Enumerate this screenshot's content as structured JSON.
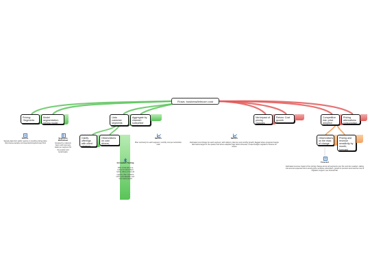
{
  "colors": {
    "green": "#5cc45c",
    "red": "#e35b5b",
    "orange": "#f5a05c",
    "icon_blue": "#1f5fa8"
  },
  "root": {
    "label": "Flows: business/telecom cost"
  },
  "nodes": {
    "g1": "Pricing: &nbsp;Segments",
    "g2": "Model segmentation: pricing model overview",
    "g3": "Lists: customer segments targeted; market bands",
    "g4": "Aggregate by channel: subscriber bands grouped monthly",
    "g5": "Clarify offerings with client strategic assumptions tiers",
    "g6": "Observations on cost drivers, alternatives",
    "r1": "Net impact of pricing changes across segments",
    "r2": "Return: Cost growth summary",
    "r3": "Competitive risk; price adoption model modeling",
    "r4": "Pricing alternatives: consumption model",
    "o1": "Observations on the risks of change",
    "o2": "Pricing and revenue sensitivity by month; forecast adoption; revised budget"
  },
  "icons": {
    "n1": "document-icon",
    "n2": "spreadsheet-icon",
    "n3": "bluetooth-icon",
    "n4": "chart-icon",
    "n5": "chart-icon",
    "n6": "document-icon"
  },
  "notes": {
    "n1": {
      "title": "Source",
      "text": "Sample data from public reports on monthly pricing plans\nhttp://www.example.com/reports/pricing/summary.html"
    },
    "n2": {
      "title": "Segments Worksheet",
      "text": "Grouped by customer band, with summary totals per segment for the quarter and benchmarks"
    },
    "n3": {
      "title": "Innovation Testing",
      "text": "Offer a trial plan to a subset of subscribers before rollout across all regions; then measure churn and adoption over a six week period"
    },
    "n4": {
      "title": "Metrics",
      "text": "Plan summary for each segment, monthly cost per subscriber total"
    },
    "n5": {
      "title": "Metrics",
      "text": "Estimated cost change for each segment, with totals by plan tier and monthly growth; flagged where projected margin falls below target for the quarter and where adoption lags behind forecast; revised budget supplied to finance for review."
    },
    "n6": {
      "title": "Forecast",
      "text": "Estimated revenue impact of the pricing change across all segments over the next four quarters, taking into account expected churn among price sensitive subscribers, growth in premium tiers and the cost of migration support; see forecast tab."
    }
  }
}
